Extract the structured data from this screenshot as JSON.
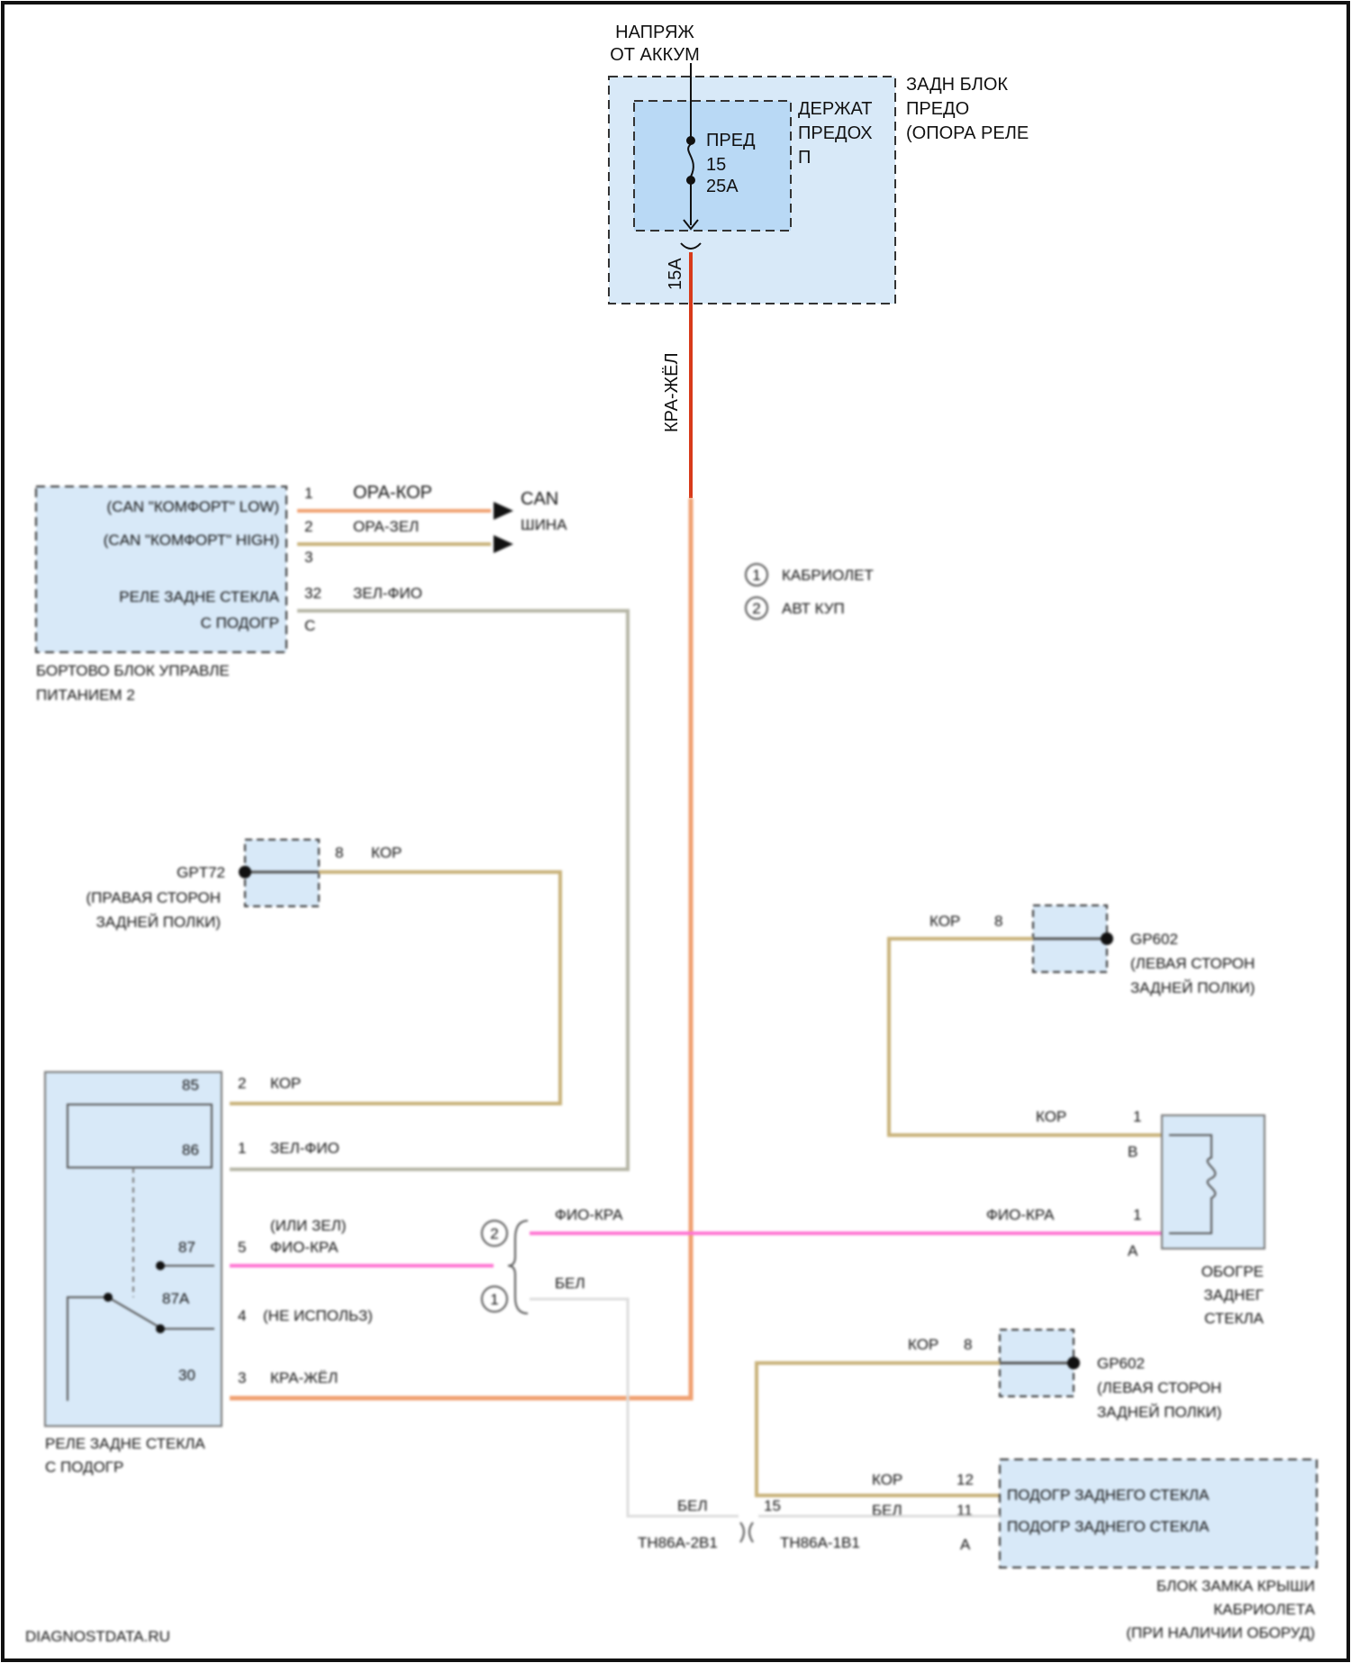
{
  "colors": {
    "red_yellow": "#d83a1a",
    "orange_brown": "#f0a070",
    "brown": "#c9b27a",
    "green_violet": "#b6b6a6",
    "violet_red": "#ff73d2",
    "white": "#dcdcdc",
    "fill_light": "#d8e9f8",
    "fill_mid": "#b9d9f5"
  },
  "power": {
    "label_line1": "НАПРЯЖ",
    "label_line2": "ОТ АККУМ"
  },
  "rear_fuse_block": {
    "title_line1": "ЗАДН БЛОК",
    "title_line2": "ПРЕДО",
    "title_line3": "(ОПОРА РЕЛЕ"
  },
  "fuse_holder": {
    "title_line1": "ДЕРЖАТ",
    "title_line2": "ПРЕДОХ",
    "title_line3": "П"
  },
  "fuse": {
    "label": "ПРЕД",
    "number": "15",
    "rating": "25A",
    "pin": "15A"
  },
  "main_wire": {
    "color_label": "КРА-ЖЁЛ"
  },
  "bcm": {
    "pin1": "1",
    "pin1_wire": "ОРА-КОР",
    "pin2": "2",
    "pin2_wire": "ОРА-ЗЕЛ",
    "pin3": "3",
    "pin32": "32",
    "pin32_wire": "ЗЕЛ-ФИО",
    "connector": "C",
    "can_label_line1": "CAN",
    "can_label_line2": "ШИНА",
    "row1": "(CAN \"КОМФОРТ\" LOW)",
    "row2": "(CAN \"КОМФОРТ\" HIGH)",
    "row3_line1": "РЕЛЕ ЗАДНЕ СТЕКЛА",
    "row3_line2": "С ПОДОГР",
    "caption_line1": "БОРТОВО БЛОК УПРАВЛЕ",
    "caption_line2": "ПИТАНИЕМ 2"
  },
  "legend": {
    "item1_num": "1",
    "item1": "КАБРИОЛЕТ",
    "item2_num": "2",
    "item2": "АВТ КУП"
  },
  "ground_right_top": {
    "id": "GPT72",
    "desc_line1": "(ПРАВАЯ СТОРОН",
    "desc_line2": "ЗАДНЕЙ ПОЛКИ)",
    "pin": "8",
    "wire": "КОР"
  },
  "ground_left_a": {
    "id": "GP602",
    "desc_line1": "(ЛЕВАЯ СТОРОН",
    "desc_line2": "ЗАДНЕЙ ПОЛКИ)",
    "pin": "8",
    "wire": "КОР"
  },
  "ground_left_b": {
    "id": "GP602",
    "desc_line1": "(ЛЕВАЯ СТОРОН",
    "desc_line2": "ЗАДНЕЙ ПОЛКИ)",
    "pin": "8",
    "wire": "КОР"
  },
  "relay": {
    "term85": "85",
    "term86": "86",
    "term87": "87",
    "term87a": "87A",
    "term30": "30",
    "pin2": "2",
    "pin2_wire": "КОР",
    "pin1": "1",
    "pin1_wire": "ЗЕЛ-ФИО",
    "pin5": "5",
    "pin5_wire_line1": "(ИЛИ ЗЕЛ)",
    "pin5_wire_line2": "ФИО-КРА",
    "pin4": "4",
    "pin4_wire": "(НЕ ИСПОЛЬЗ)",
    "pin3": "3",
    "pin3_wire": "КРА-ЖЁЛ",
    "caption_line1": "РЕЛЕ ЗАДНЕ СТЕКЛА",
    "caption_line2": "С ПОДОГР"
  },
  "branch": {
    "opt1": "1",
    "opt2": "2",
    "wire_violet": "ФИО-КРА",
    "wire_white": "БЕЛ"
  },
  "heater": {
    "pin1a": "1",
    "pin1a_conn": "B",
    "pin1a_wire": "КОР",
    "pin1b": "1",
    "pin1b_conn": "A",
    "pin1b_wire": "ФИО-КРА",
    "caption_line1": "ОБОГРЕ",
    "caption_line2": "ЗАДНЕГ",
    "caption_line3": "СТЕКЛА"
  },
  "lock_module": {
    "row1": "ПОДОГР ЗАДНЕГО СТЕКЛА",
    "row2": "ПОДОГР ЗАДНЕГО СТЕКЛА",
    "pin12": "12",
    "pin12_wire": "КОР",
    "pin11": "11",
    "pin11_wire": "БЕЛ",
    "conn": "A",
    "caption_line1": "БЛОК ЗАМКА КРЫШИ",
    "caption_line2": "КАБРИОЛЕТА",
    "caption_line3": "(ПРИ НАЛИЧИИ ОБОРУД)"
  },
  "inline_connectors": {
    "left_wire": "БЕЛ",
    "left_id": "TH86A-2B1",
    "right_pin": "15",
    "right_id": "TH86A-1B1"
  },
  "watermark": "DIAGNOSTDATA.RU"
}
